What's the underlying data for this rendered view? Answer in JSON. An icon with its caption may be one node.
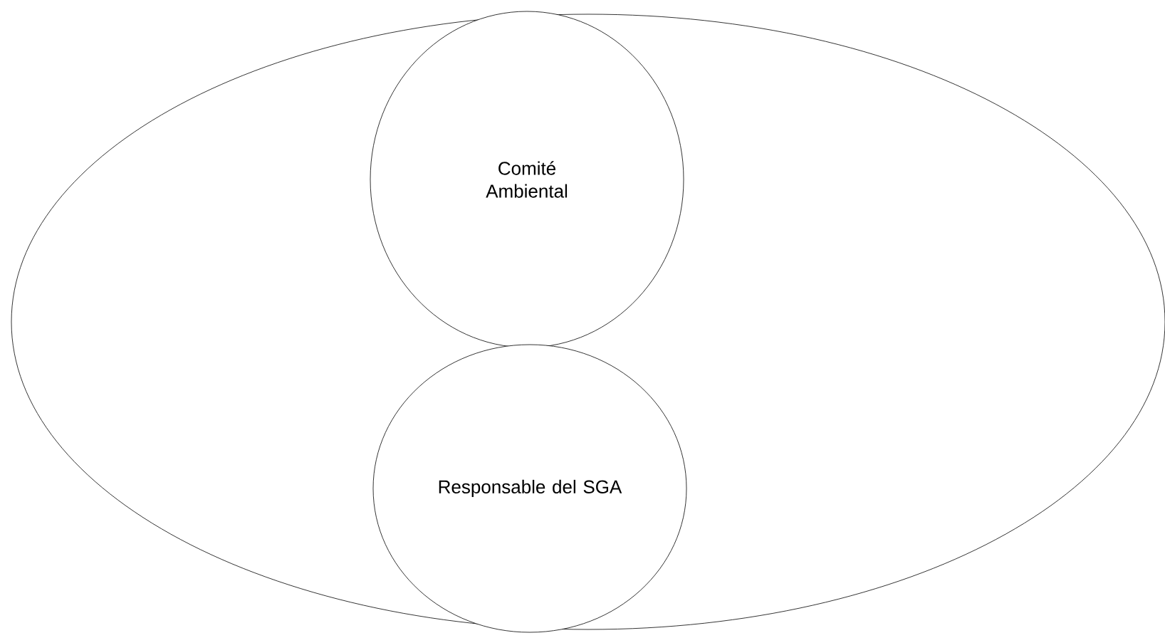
{
  "diagram": {
    "nodes": [
      {
        "text": [],
        "shape": "ellipse"
      },
      {
        "text": [
          "Comité Ambiental"
        ],
        "in": 0
      },
      {
        "text": [
          "Responsable del SGA"
        ],
        "in": 0
      }
    ]
  }
}
